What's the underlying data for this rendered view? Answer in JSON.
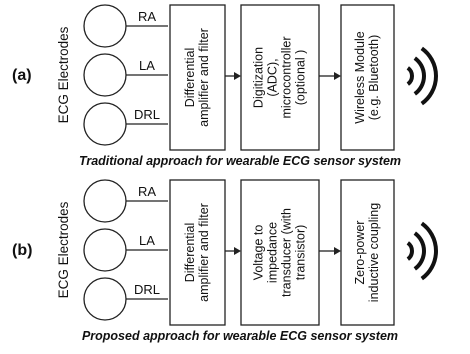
{
  "panels": [
    {
      "label": "(a)",
      "side_label": "ECG Electrodes",
      "electrodes": [
        "RA",
        "LA",
        "DRL"
      ],
      "boxes": [
        [
          "Differential",
          "amplifier and filter"
        ],
        [
          "Digitization",
          "(ADC),",
          "microcontroller",
          "(optional )"
        ],
        [
          "Wireless Module",
          "(e.g. Bluetooth)"
        ]
      ],
      "caption": "Traditional approach for wearable ECG sensor system"
    },
    {
      "label": "(b)",
      "side_label": "ECG Electrodes",
      "electrodes": [
        "RA",
        "LA",
        "DRL"
      ],
      "boxes": [
        [
          "Differential",
          "amplifier and filter"
        ],
        [
          "Voltage to",
          "impedance",
          "transducer (with",
          "transistor)"
        ],
        [
          "Zero-power",
          "inductive coupling"
        ]
      ],
      "caption": "Proposed approach for wearable ECG sensor system"
    }
  ]
}
